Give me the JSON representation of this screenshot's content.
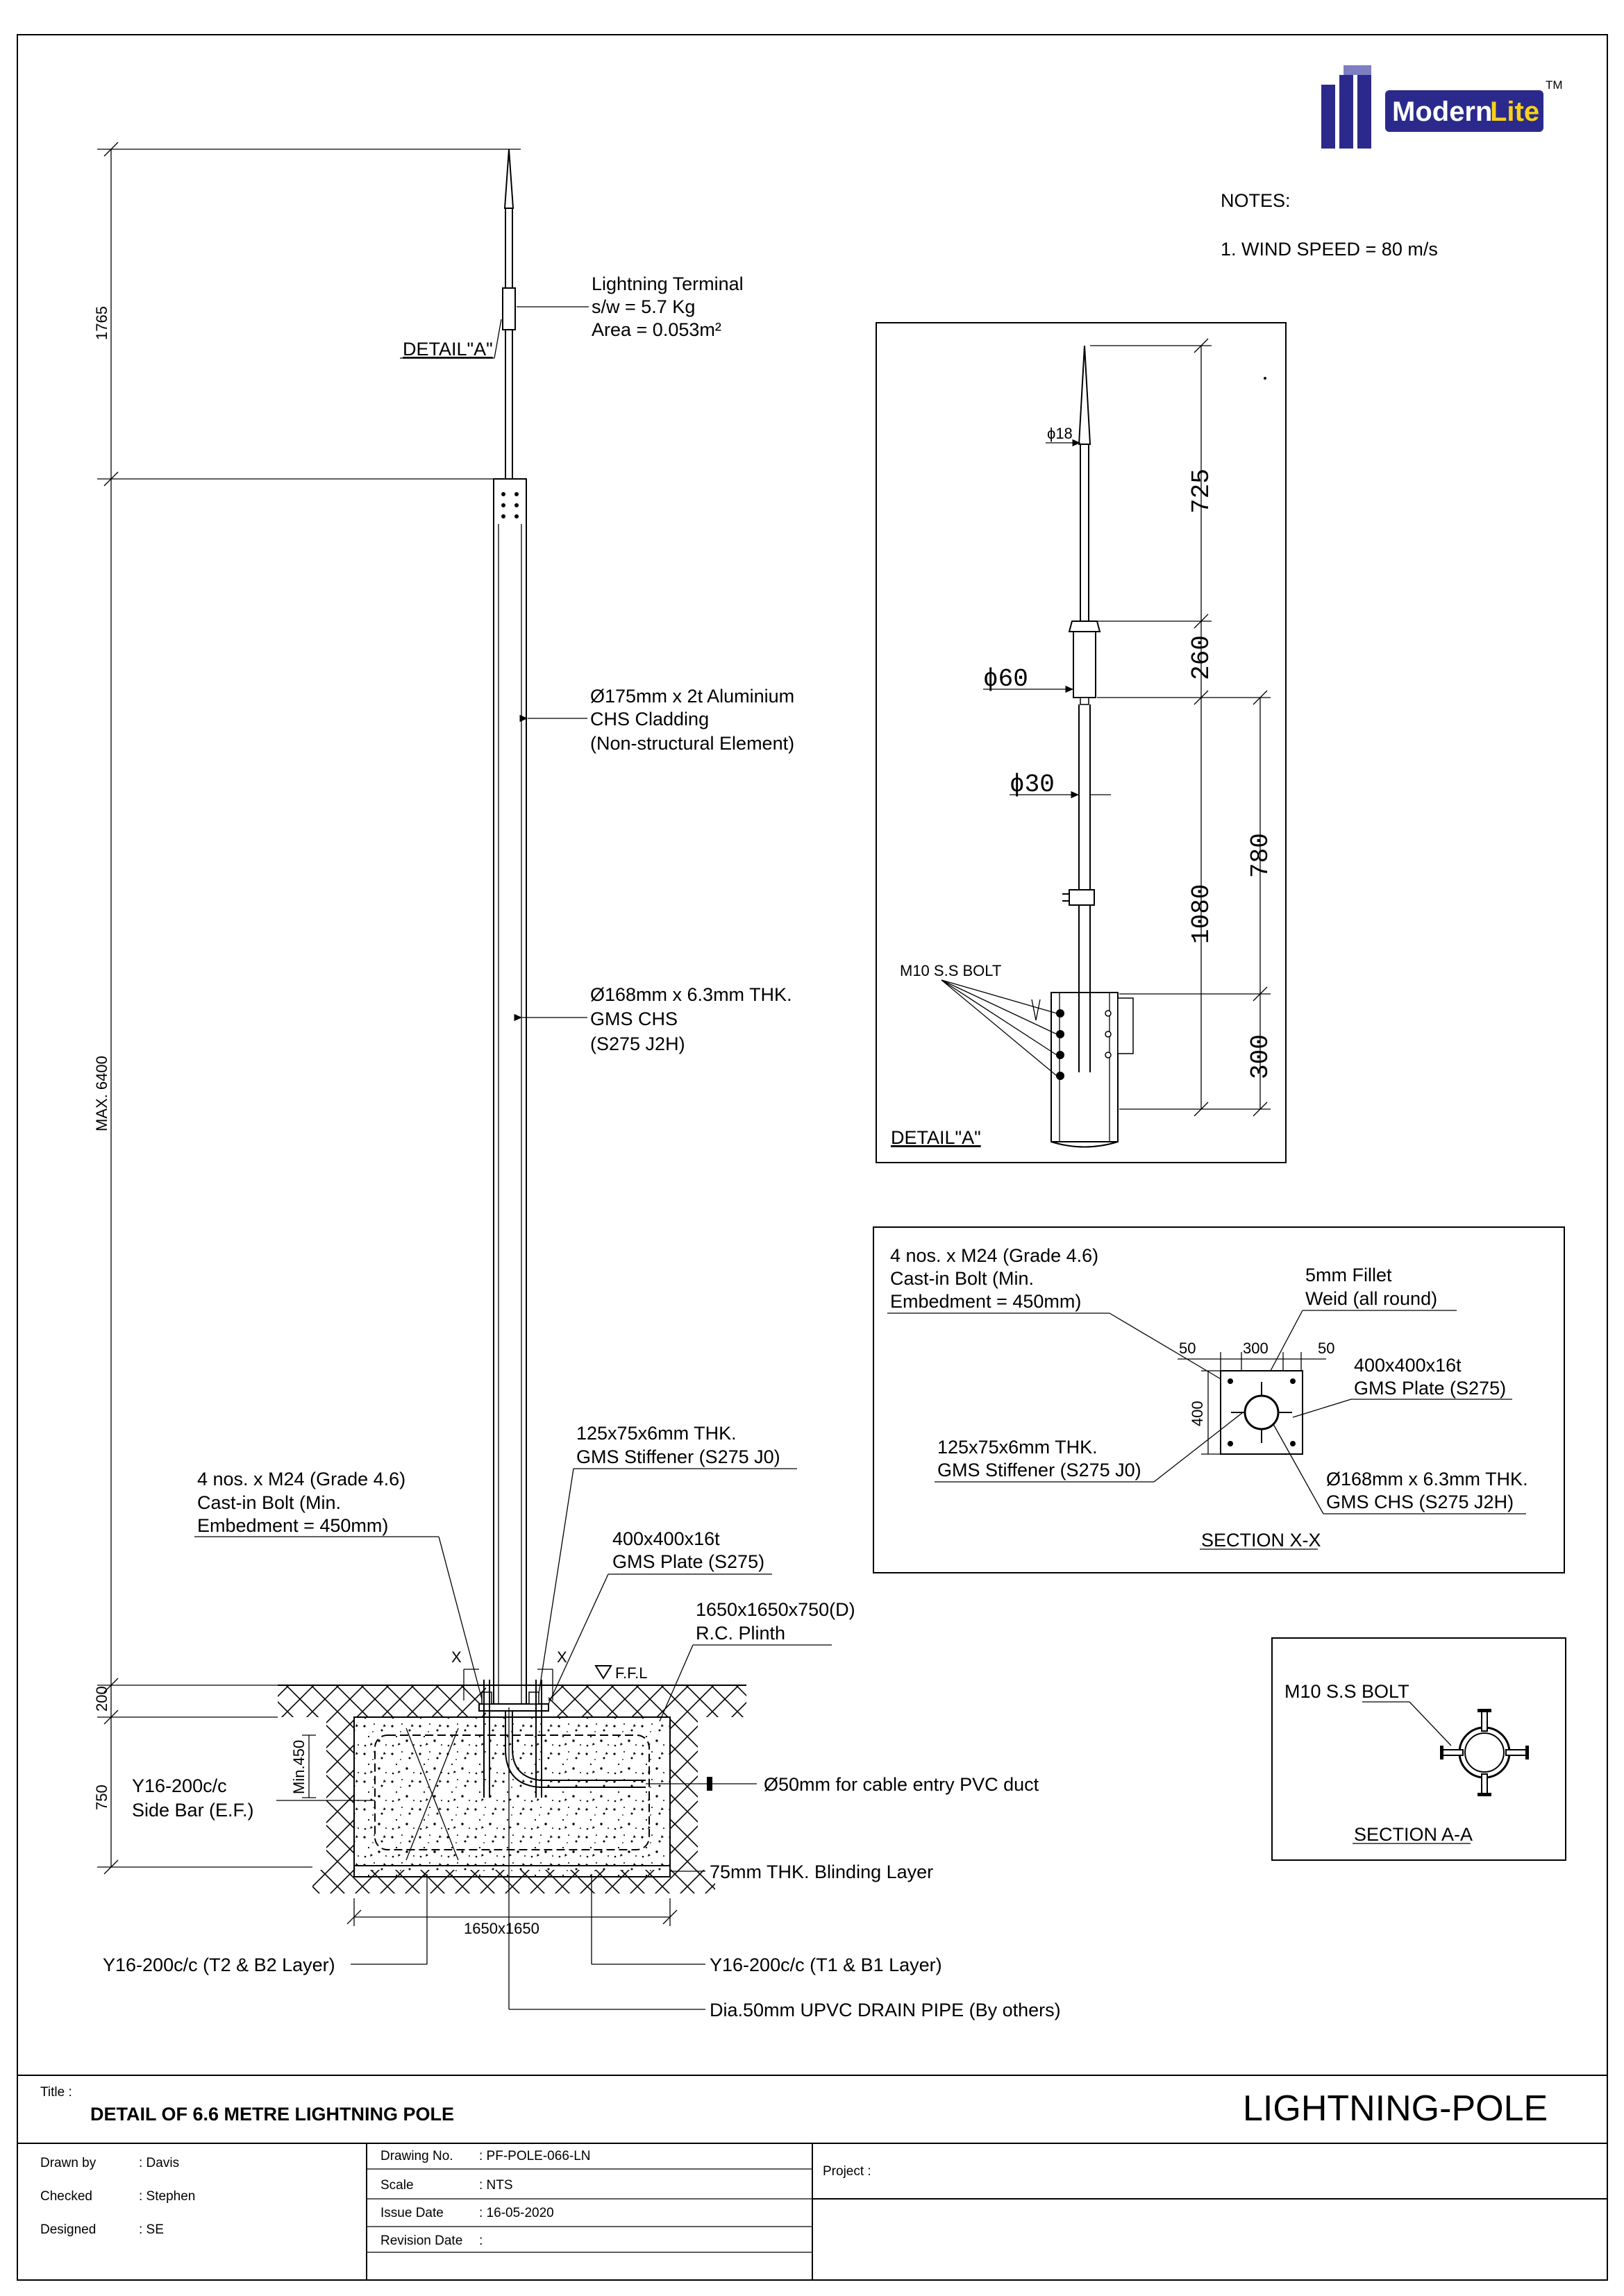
{
  "brand": {
    "logo_text_a": "Modern",
    "logo_text_b": "Lite",
    "tm": "TM",
    "colors": {
      "navy": "#2b2a8c",
      "yellow": "#f6d21a"
    }
  },
  "notes": {
    "heading": "NOTES:",
    "items": [
      "1.  WIND SPEED = 80 m/s"
    ]
  },
  "elevation": {
    "dim_top": "1765",
    "dim_max": "MAX. 6400",
    "dim_200": "200",
    "dim_750": "750",
    "detail_a_ref": "DETAIL\"A\"",
    "lightning_terminal": [
      "Lightning Terminal",
      "s/w = 5.7 Kg",
      "Area = 0.053m²"
    ],
    "cladding": [
      "Ø175mm x 2t Aluminium",
      "CHS Cladding",
      "(Non-structural Element)"
    ],
    "chs": [
      "Ø168mm x 6.3mm THK.",
      "GMS CHS",
      "(S275 J2H)"
    ],
    "bolts": [
      "4 nos. x M24 (Grade 4.6)",
      "Cast-in Bolt (Min.",
      "Embedment = 450mm)"
    ],
    "stiffener": [
      "125x75x6mm THK.",
      "GMS Stiffener (S275 J0)"
    ],
    "plate": [
      "400x400x16t",
      "GMS Plate (S275)"
    ],
    "plinth": [
      "1650x1650x750(D)",
      "R.C. Plinth"
    ],
    "ffl": "F.F.L",
    "section_mark": "X",
    "min450": "Min.450",
    "side_bar": [
      "Y16-200c/c",
      "Side Bar (E.F.)"
    ],
    "duct": "Ø50mm  for cable entry PVC duct",
    "blinding": "75mm THK. Blinding Layer",
    "plinth_size": "1650x1650",
    "t2b2": "Y16-200c/c (T2 & B2 Layer)",
    "t1b1": "Y16-200c/c (T1 & B1 Layer)",
    "drain": "Dia.50mm UPVC DRAIN PIPE (By others)"
  },
  "detail_a": {
    "title": "DETAIL\"A\"",
    "phi18": "ϕ18",
    "phi60": "ϕ60",
    "phi30": "ϕ30",
    "d725": "725",
    "d260": "260",
    "d780": "780",
    "d1080": "1080",
    "d300": "300",
    "bolt": "M10 S.S BOLT"
  },
  "section_xx": {
    "title": "SECTION X-X",
    "bolts": [
      "4 nos. x M24 (Grade 4.6)",
      "Cast-in Bolt (Min.",
      "Embedment = 450mm)"
    ],
    "weld": [
      "5mm Fillet",
      "Weid (all round)"
    ],
    "d50a": "50",
    "d300": "300",
    "d50b": "50",
    "d400": "400",
    "plate": [
      "400x400x16t",
      "GMS Plate (S275)"
    ],
    "stiffener": [
      "125x75x6mm THK.",
      "GMS Stiffener (S275 J0)"
    ],
    "chs": [
      "Ø168mm x 6.3mm THK.",
      "GMS CHS (S275 J2H)"
    ]
  },
  "section_aa": {
    "title": "SECTION A-A",
    "bolt": "M10 S.S BOLT"
  },
  "title_block": {
    "title_label": "Title  :",
    "title": "DETAIL OF 6.6 METRE LIGHTNING POLE",
    "drawing_name": "LIGHTNING-POLE",
    "drawn_by_label": "Drawn by",
    "drawn_by": ":  Davis",
    "checked_label": "Checked",
    "checked": ":  Stephen",
    "designed_label": "Designed",
    "designed": ":  SE",
    "drawing_no_label": "Drawing No.",
    "drawing_no": ":   PF-POLE-066-LN",
    "scale_label": "Scale",
    "scale": ":   NTS",
    "issue_date_label": "Issue Date",
    "issue_date": ":  16-05-2020",
    "revision_date_label": "Revision Date",
    "revision_date": ":",
    "project_label": "Project   :"
  }
}
